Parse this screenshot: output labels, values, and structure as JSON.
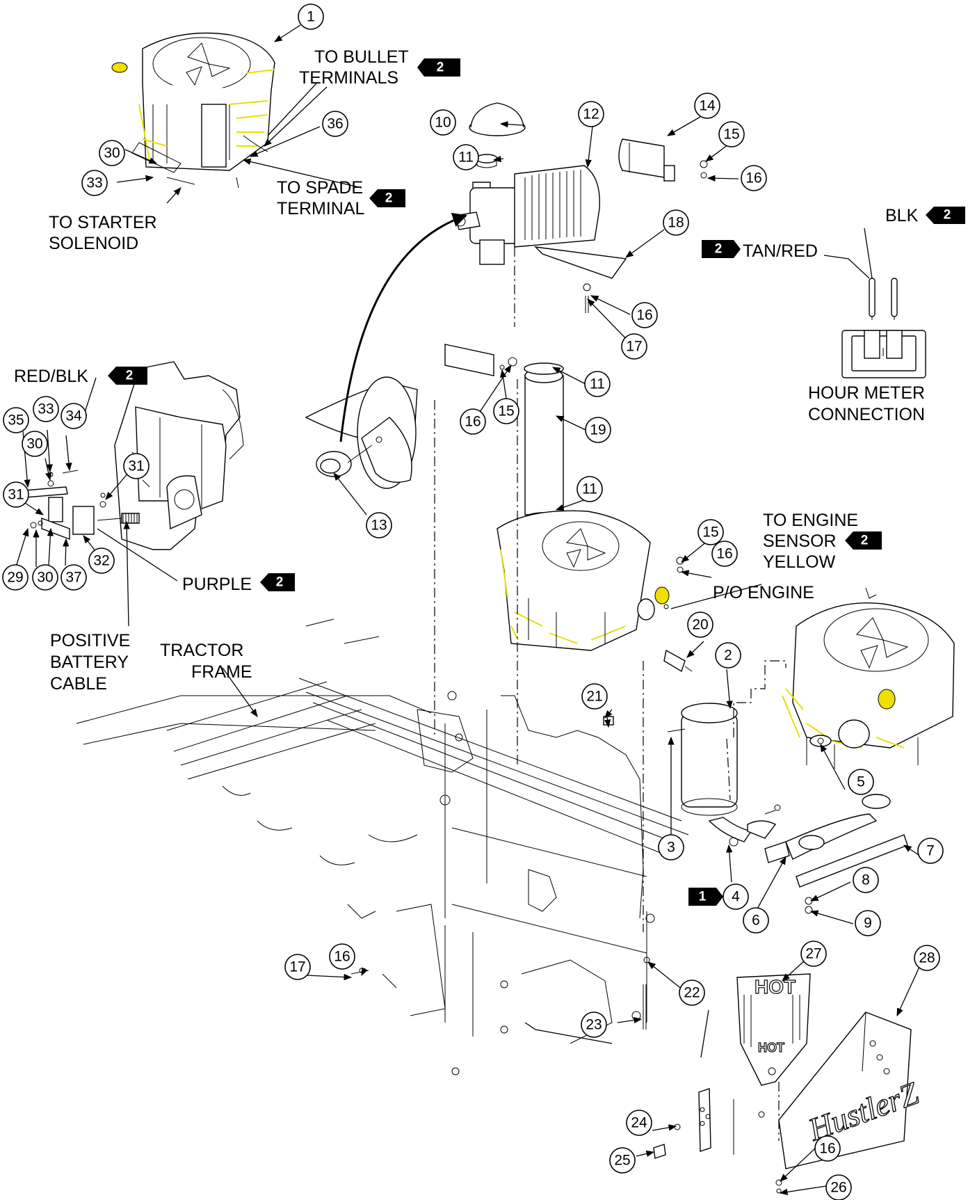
{
  "flag_2": "2",
  "flag_1": "1",
  "callouts": {
    "c1": "1",
    "c2": "2",
    "c3": "3",
    "c4": "4",
    "c5": "5",
    "c6": "6",
    "c7": "7",
    "c8": "8",
    "c9": "9",
    "c10": "10",
    "c11a": "11",
    "c11b": "11",
    "c11c": "11",
    "c12": "12",
    "c13": "13",
    "c14": "14",
    "c15a": "15",
    "c15b": "15",
    "c15c": "15",
    "c16a": "16",
    "c16b": "16",
    "c16c": "16",
    "c16d": "16",
    "c16e": "16",
    "c16f": "16",
    "c17a": "17",
    "c17b": "17",
    "c18": "18",
    "c19": "19",
    "c20": "20",
    "c21": "21",
    "c22": "22",
    "c23": "23",
    "c24": "24",
    "c25": "25",
    "c26": "26",
    "c27": "27",
    "c28": "28",
    "c29": "29",
    "c30a": "30",
    "c30b": "30",
    "c30c": "30",
    "c31a": "31",
    "c31b": "31",
    "c32": "32",
    "c33a": "33",
    "c33b": "33",
    "c34": "34",
    "c35": "35",
    "c36": "36",
    "c37": "37"
  },
  "labels": {
    "to_bullet_1": "TO BULLET",
    "to_bullet_2": "TERMINALS",
    "to_spade_1": "TO SPADE",
    "to_spade_2": "TERMINAL",
    "to_starter_1": "TO STARTER",
    "to_starter_2": "SOLENOID",
    "blk": "BLK",
    "tan_red": "TAN/RED",
    "hour_meter_1": "HOUR METER",
    "hour_meter_2": "CONNECTION",
    "red_blk": "RED/BLK",
    "purple": "PURPLE",
    "positive_1": "POSITIVE",
    "positive_2": "BATTERY",
    "positive_3": "CABLE",
    "tractor_1": "TRACTOR",
    "tractor_2": "FRAME",
    "to_engine_1": "TO ENGINE",
    "to_engine_2": "SENSOR",
    "yellow": "YELLOW",
    "po_engine": "P/O ENGINE",
    "hot_1": "HOT",
    "hot_2": "HOT",
    "brand": "HustlerZ"
  }
}
